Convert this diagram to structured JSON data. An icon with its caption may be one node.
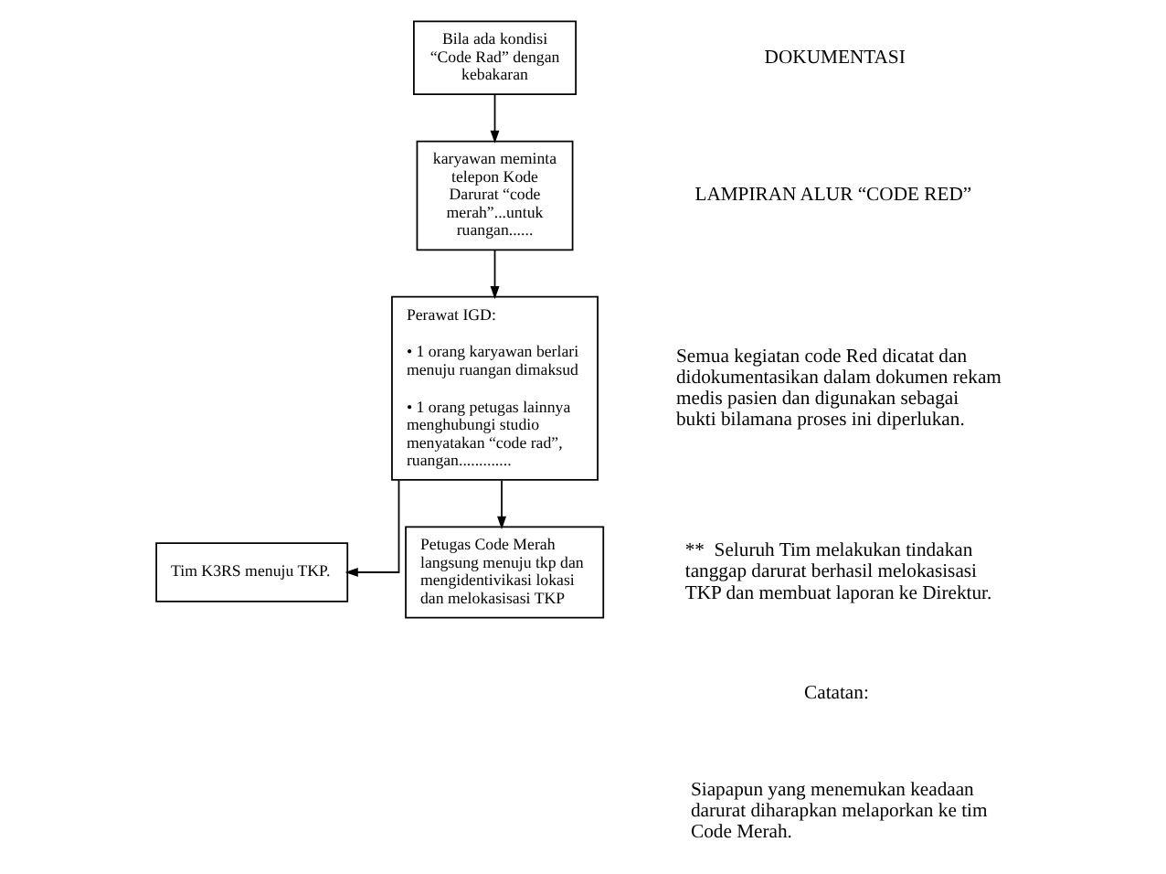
{
  "diagram": {
    "nodes": [
      {
        "text": [
          "Bila ada kondisi “Code Rad” dengan kebakaran"
        ]
      },
      {
        "text": [
          "karyawan meminta telepon Kode Darurat “code merah”...untuk ruangan......"
        ]
      },
      {
        "text": [
          "Perawat IGD:",
          "• 1 orang karyawan berlari menuju ruangan dimaksud",
          "• 1 orang petugas lainnya menghubungi studio menyatakan “code rad”, ruangan............."
        ]
      },
      {
        "text": [
          "Tim K3RS menuju TKP."
        ]
      },
      {
        "text": [
          "Petugas Code Merah langsung menuju tkp dan mengidentivikasi lokasi dan melokasisasi TKP"
        ]
      }
    ],
    "edges": [
      {
        "from": 0,
        "to": 1,
        "arrow": "to"
      },
      {
        "from": 1,
        "to": 2,
        "arrow": "to"
      },
      {
        "from": 2,
        "to": 3,
        "arrow": "to"
      },
      {
        "from": 2,
        "to": 4,
        "arrow": "to"
      }
    ],
    "labels": [
      "DOKUMENTASI",
      "LAMPIRAN ALUR “CODE RED”",
      "Semua kegiatan code Red dicatat dan didokumentasikan dalam dokumen rekam medis pasien dan digunakan sebagai bukti bilamana proses ini diperlukan.",
      "**  Seluruh Tim melakukan tindakan tanggap darurat berhasil melokasisasi TKP dan membuat laporan ke Direktur.",
      "Catatan:",
      "Siapapun yang menemukan keadaan darurat diharapkan melaporkan ke tim Code Merah."
    ]
  }
}
